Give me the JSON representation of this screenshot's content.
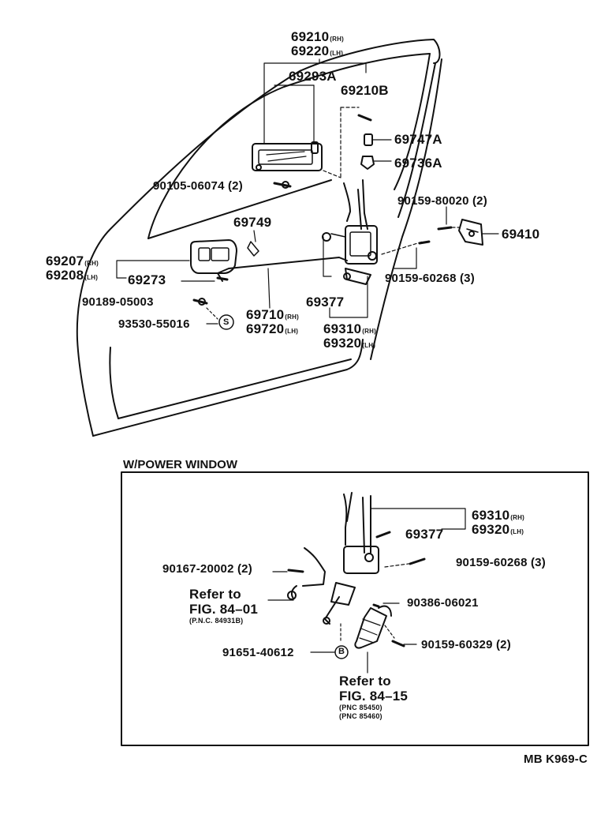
{
  "main_diagram": {
    "labels": {
      "p69210": "69210",
      "p69210_suffix": "(RH)",
      "p69220": "69220",
      "p69220_suffix": "(LH)",
      "p69293A": "69293A",
      "p69210B": "69210B",
      "p69747A": "69747A",
      "p69736A": "69736A",
      "p90105": "90105-06074 (2)",
      "p90159_80020": "90159-80020 (2)",
      "p69749": "69749",
      "p69410": "69410",
      "p69207": "69207",
      "p69207_suffix": "(RH)",
      "p69208": "69208",
      "p69208_suffix": "(LH)",
      "p69273": "69273",
      "p90159_60268": "90159-60268 (3)",
      "p90189": "90189-05003",
      "p69710": "69710",
      "p69710_suffix": "(RH)",
      "p69720": "69720",
      "p69720_suffix": "(LH)",
      "p69377": "69377",
      "p93530": "93530-55016",
      "p69310": "69310",
      "p69310_suffix": "(RH)",
      "p69320": "69320",
      "p69320_suffix": "(LH)",
      "symbol_s": "S"
    }
  },
  "power_window": {
    "title": "W/POWER WINDOW",
    "labels": {
      "p69310": "69310",
      "p69310_suffix": "(RH)",
      "p69320": "69320",
      "p69320_suffix": "(LH)",
      "p69377": "69377",
      "p90167": "90167-20002 (2)",
      "p90159_60268": "90159-60268 (3)",
      "refer1_a": "Refer to",
      "refer1_b": "FIG. 84–01",
      "refer1_c": "(P.N.C. 84931B)",
      "p90386": "90386-06021",
      "p90159_60329": "90159-60329 (2)",
      "p91651": "91651-40612",
      "symbol_b": "B",
      "refer2_a": "Refer to",
      "refer2_b": "FIG. 84–15",
      "refer2_c": "(PNC 85450)",
      "refer2_d": "(PNC 85460)"
    }
  },
  "footer": {
    "code": "MB K969-C"
  }
}
